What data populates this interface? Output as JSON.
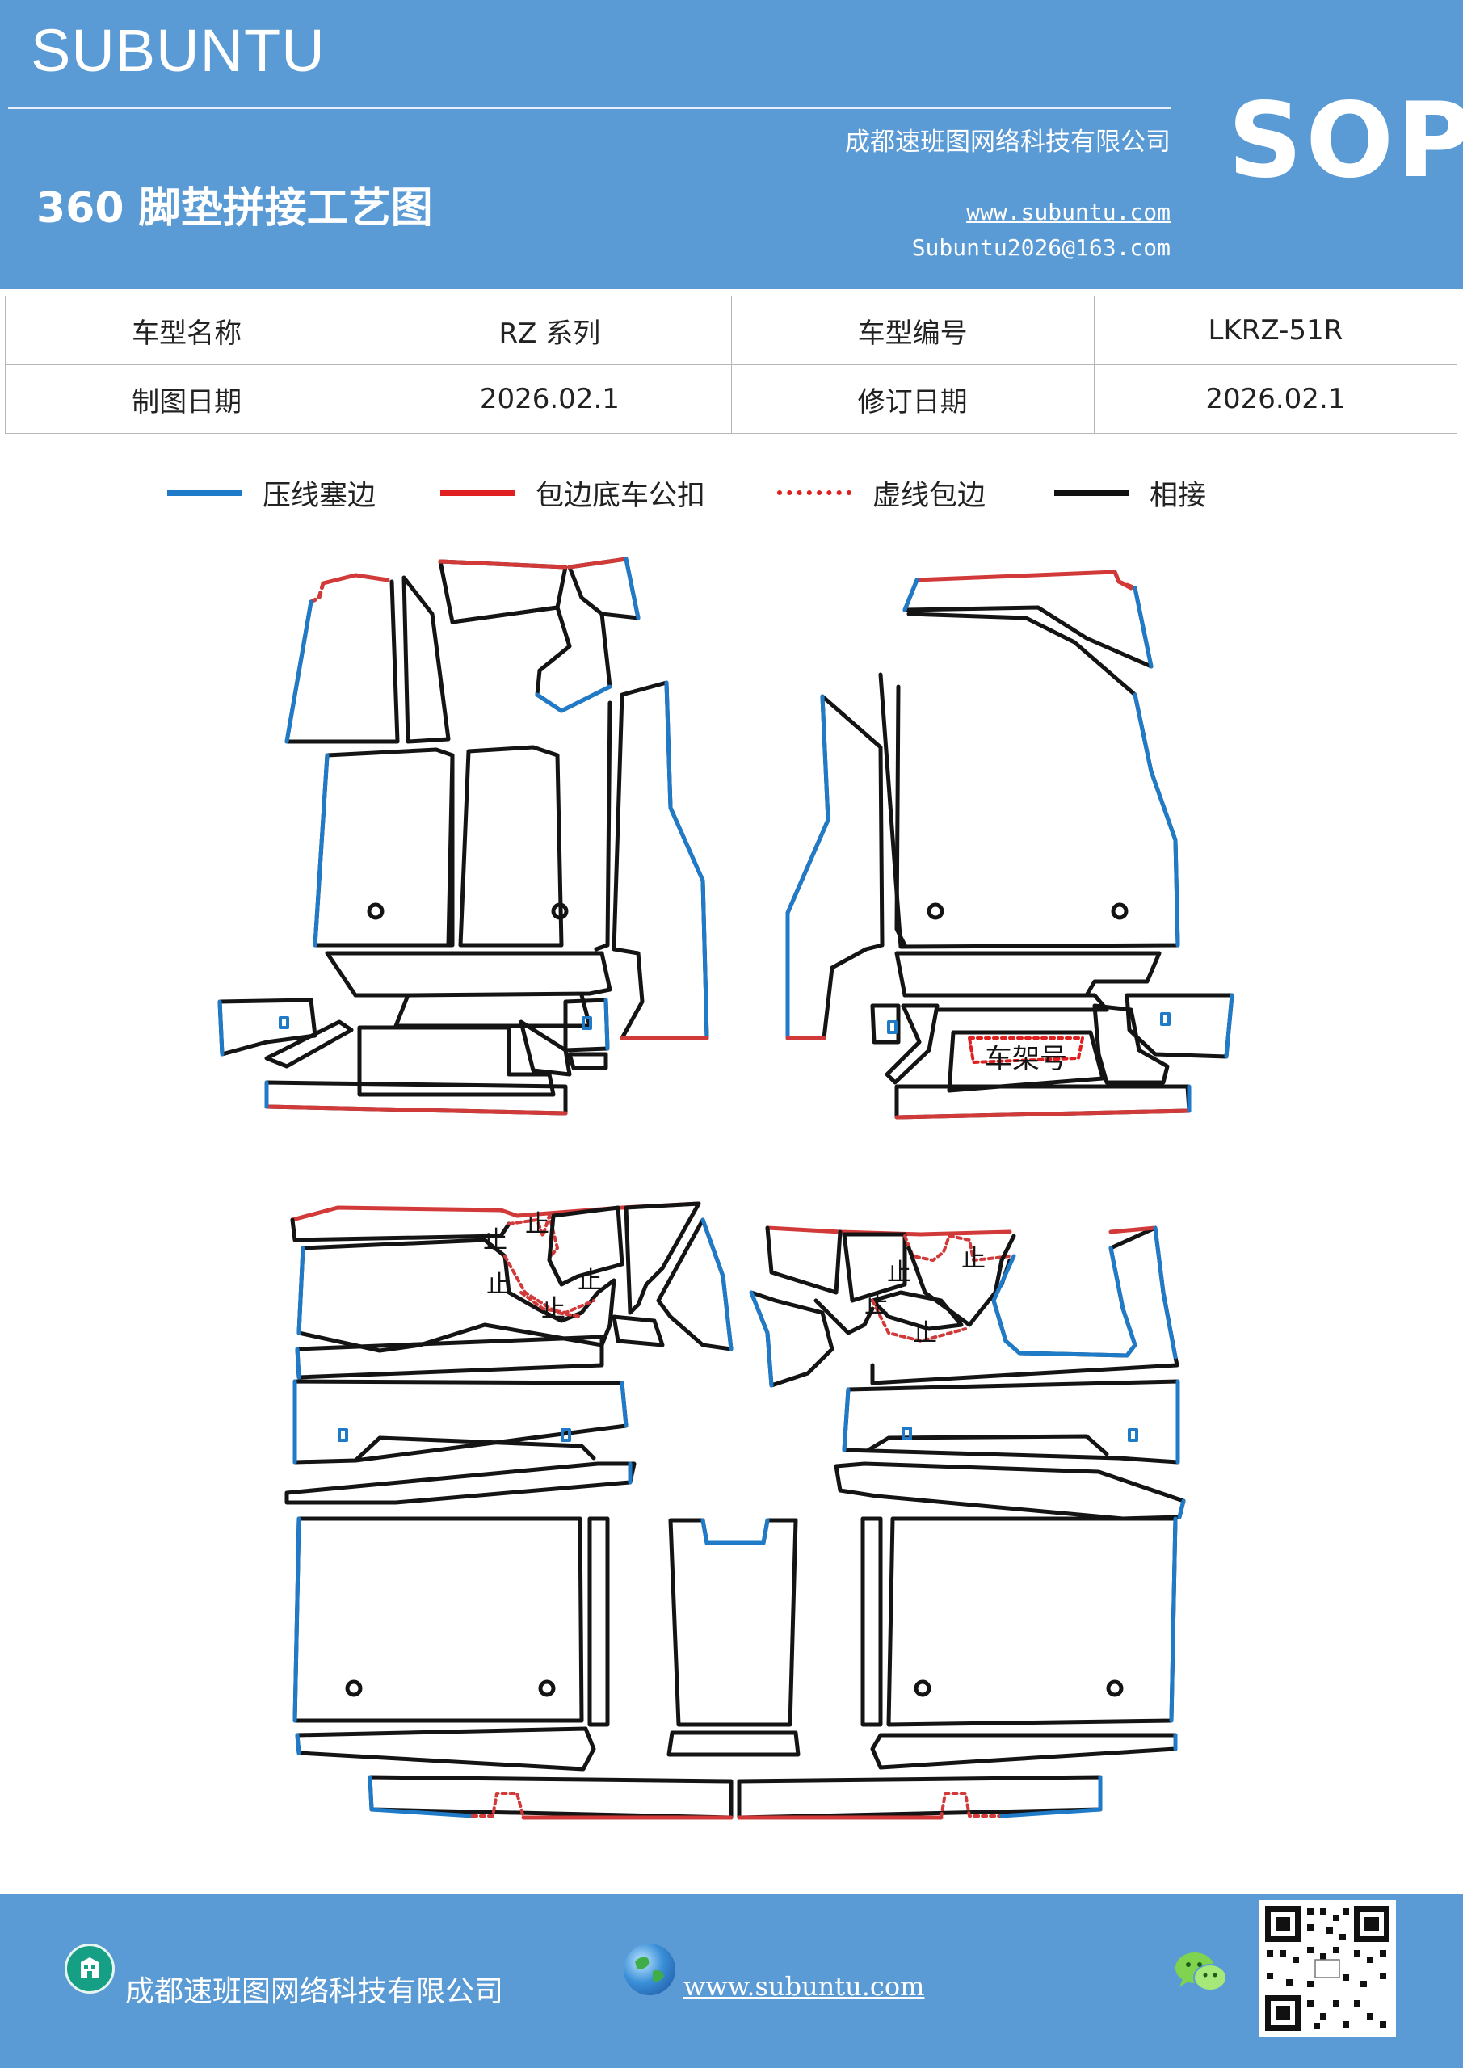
{
  "header": {
    "brand": "SUBUNTU",
    "company": "成都速班图网络科技有限公司",
    "title": "360 脚垫拼接工艺图",
    "website": "www.subuntu.com",
    "email": "Subuntu2026@163.com",
    "badge": "SOP"
  },
  "info_table": {
    "rows": [
      [
        "车型名称",
        "RZ 系列",
        "车型编号",
        "LKRZ-51R"
      ],
      [
        "制图日期",
        "2026.02.1",
        "修订日期",
        "2026.02.1"
      ]
    ]
  },
  "legend": [
    {
      "label": "压线塞边",
      "color": "#1f7ac8",
      "style": "solid"
    },
    {
      "label": "包边底车公扣",
      "color": "#e02020",
      "style": "solid"
    },
    {
      "label": "虚线包边",
      "color": "#e02020",
      "style": "dotted"
    },
    {
      "label": "相接",
      "color": "#111111",
      "style": "solid"
    }
  ],
  "drawing": {
    "frame_number_label": "车架号",
    "stop_mark": "止",
    "colors": {
      "blue": "#1f7ac8",
      "red": "#d23a3a",
      "black": "#141414"
    }
  },
  "footer": {
    "company": "成都速班图网络科技有限公司",
    "website": "www.subuntu.com",
    "icons": [
      "building-icon",
      "globe-icon",
      "wechat-icon",
      "qr-code"
    ]
  }
}
